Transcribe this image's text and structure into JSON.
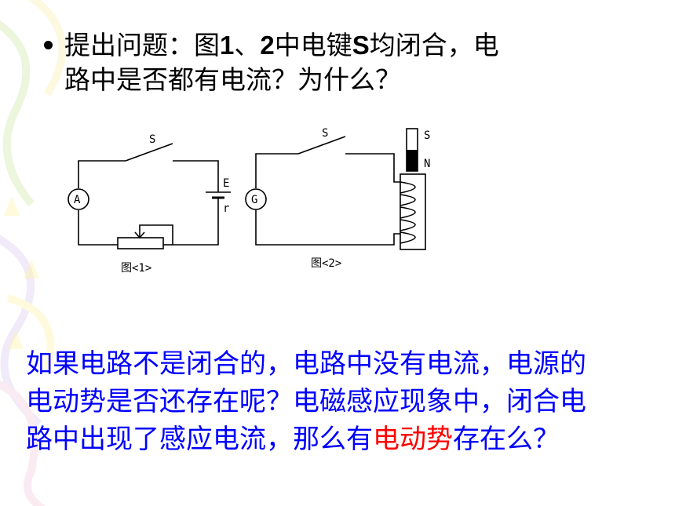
{
  "slide": {
    "question": {
      "line1_a": "提出问题：图",
      "line1_b": "1",
      "line1_c": "、",
      "line1_d": "2",
      "line1_e": "中电键",
      "line1_f": "S",
      "line1_g": "均闭合，电",
      "line2": "路中是否都有电流？为什么？"
    },
    "figure1": {
      "switch_label": "S",
      "ammeter_label": "A",
      "emf_label": "E",
      "internal_resistance_label": "r",
      "caption": "图<1>"
    },
    "figure2": {
      "switch_label": "S",
      "galvanometer_label": "G",
      "magnet_south_label": "S",
      "magnet_north_label": "N",
      "caption": "图<2>"
    },
    "paragraph": {
      "line1": "如果电路不是闭合的，电路中没有电流，电源的",
      "line2": "电动势是否还存在呢？电磁感应现象中，闭合电",
      "line3_a": "路中出现了感应电流，那么有",
      "line3_highlight": "电动势",
      "line3_b": "存在么？"
    }
  },
  "colors": {
    "paragraph_text": "#0000ff",
    "highlight": "#ff0000"
  }
}
